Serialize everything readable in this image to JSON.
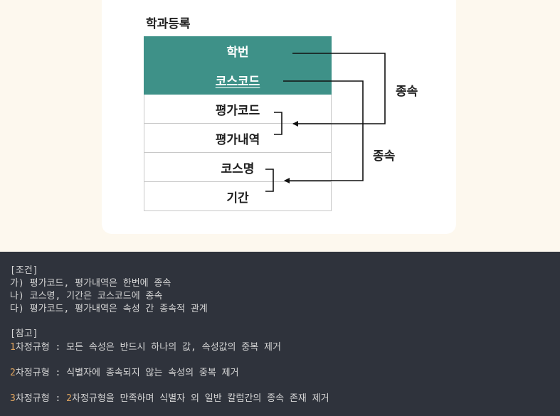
{
  "diagram": {
    "title": "학과등록",
    "rows": [
      {
        "label": "학번",
        "key": true,
        "underline": false
      },
      {
        "label": "코스코드",
        "key": true,
        "underline": true
      },
      {
        "label": "평가코드",
        "key": false
      },
      {
        "label": "평가내역",
        "key": false
      },
      {
        "label": "코스명",
        "key": false
      },
      {
        "label": "기간",
        "key": false
      }
    ],
    "dependency_labels": [
      "종속",
      "종속"
    ]
  },
  "notes": {
    "conditions_header": "[조건]",
    "conditions": [
      "가) 평가코드, 평가내역은 한번에 종속",
      "나) 코스명, 기간은 코스코드에 종속",
      "다) 평가코드, 평가내역은 속성 간 종속적 관계"
    ],
    "reference_header": "[참고]",
    "references": [
      {
        "num": "1",
        "text": "차정규형 : 모든 속성은 반드시 하나의 값, 속성값의 중복 제거",
        "num2": "",
        "text2": ""
      },
      {
        "num": "2",
        "text": "차정규형 : 식별자에 종속되지 않는 속성의 중복 제거",
        "num2": "",
        "text2": ""
      },
      {
        "num": "3",
        "text": "차정규형 : ",
        "num2": "2",
        "text2": "차정규형을 만족하며 식별자 외 일반 칼럼간의 종속 존재 제거"
      }
    ]
  },
  "colors": {
    "key_fill": "#3e9188",
    "accent_number": "#e0a560",
    "notes_background": "#2f333c"
  }
}
